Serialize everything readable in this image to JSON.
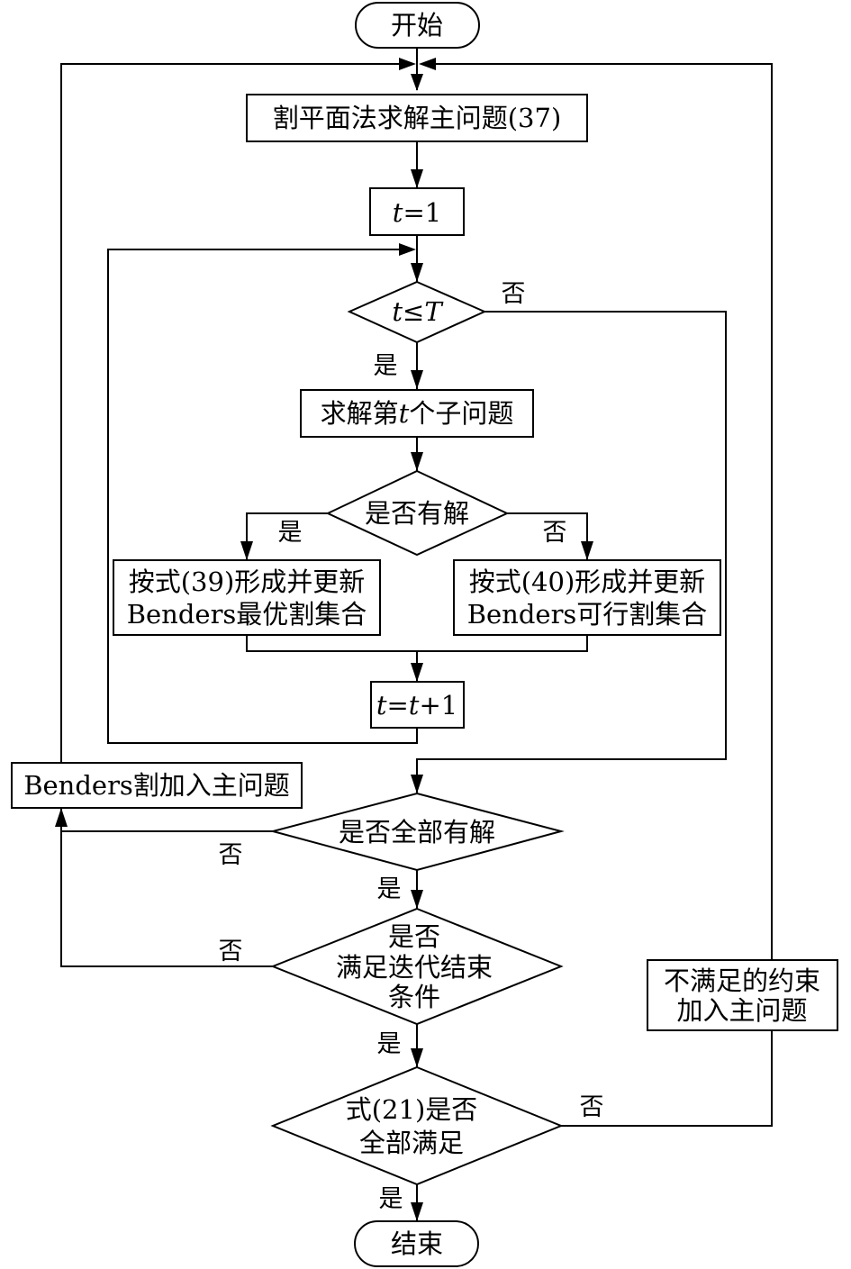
{
  "nodes": {
    "start": "开始",
    "master_problem": "割平面法求解主问题(37)",
    "init_t": {
      "var": "t",
      "rest": "=1"
    },
    "cond_t": {
      "var": "t",
      "op": "≤",
      "var2": "T"
    },
    "solve_sub": {
      "pre": "求解第",
      "var": "t",
      "post": "个子问题"
    },
    "has_solution": "是否有解",
    "optimal_cut": [
      "按式(39)形成并更新",
      "Benders最优割集合"
    ],
    "feasible_cut": [
      "按式(40)形成并更新",
      "Benders可行割集合"
    ],
    "increment": {
      "var": "t",
      "mid": "=",
      "var2": "t",
      "rest": "+1"
    },
    "add_benders": "Benders割加入主问题",
    "all_solved": "是否全部有解",
    "converged": [
      "是否",
      "满足迭代结束",
      "条件"
    ],
    "eq21": [
      "式(21)是否",
      "全部满足"
    ],
    "add_constraint": [
      "不满足的约束",
      "加入主问题"
    ],
    "end": "结束"
  },
  "edge_labels": {
    "yes": "是",
    "no": "否"
  }
}
